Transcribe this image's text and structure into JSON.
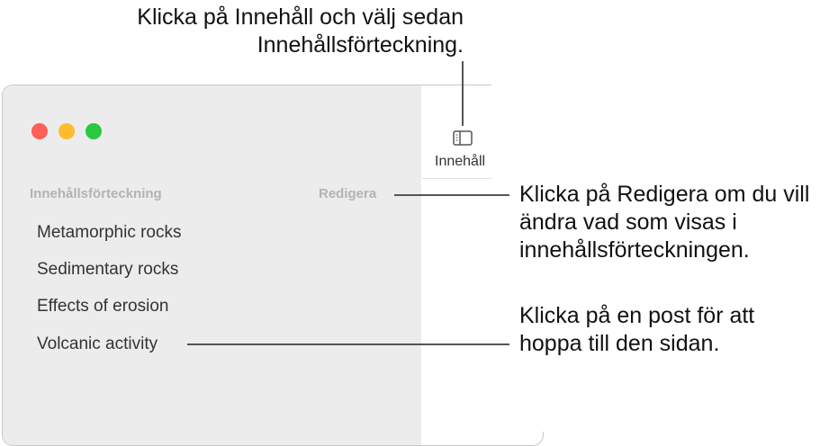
{
  "window": {
    "toolbar_button_label": "Innehåll"
  },
  "sidebar": {
    "title": "Innehållsförteckning",
    "edit_label": "Redigera",
    "items": [
      {
        "label": "Metamorphic rocks"
      },
      {
        "label": "Sedimentary rocks"
      },
      {
        "label": "Effects of erosion"
      },
      {
        "label": "Volcanic activity"
      }
    ]
  },
  "callouts": {
    "top": "Klicka på Innehåll och välj sedan Innehållsförteckning.",
    "edit": "Klicka på Redigera om du vill ändra vad som visas i innehållsförteckningen.",
    "item": "Klicka på en post för att hoppa till den sidan."
  }
}
